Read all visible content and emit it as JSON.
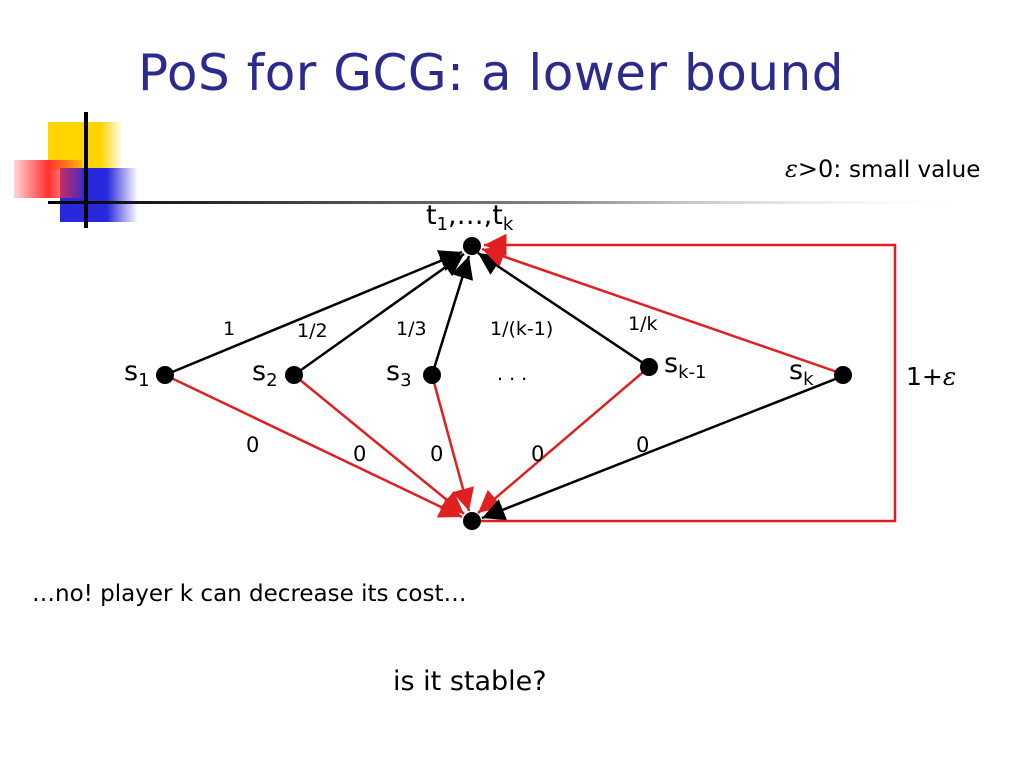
{
  "slide": {
    "title": "PoS for GCG: a lower bound",
    "note": {
      "symbol": "ε",
      "condition": ">0: ",
      "text": "small value"
    },
    "caption_1": "…no! player k can decrease its cost…",
    "caption_2": "is it stable?"
  },
  "graph": {
    "top_node": {
      "label": "t",
      "sub_1": "1",
      "mid": ",…,t",
      "sub_k": "k"
    },
    "nodes": {
      "s1": {
        "label": "s",
        "sub": "1"
      },
      "s2": {
        "label": "s",
        "sub": "2"
      },
      "s3": {
        "label": "s",
        "sub": "3"
      },
      "sk1": {
        "label": "s",
        "sub": "k-1"
      },
      "sk": {
        "label": "s",
        "sub": "k"
      }
    },
    "edge_weights": {
      "s1_top": "1",
      "s2_top": "1/2",
      "s3_top": "1/3",
      "sk1_top": "1/(k-1)",
      "sk_top": "1/k",
      "dots": ". . .",
      "zero_s1": "0",
      "zero_s2": "0",
      "zero_s3": "0",
      "zero_sk1": "0",
      "zero_sk": "0",
      "loop": "1+",
      "loop_symbol": "ε"
    }
  },
  "colors": {
    "title": "#2b2b8f",
    "red_edge": "#e02020",
    "black_edge": "#000000",
    "deco_yellow": "#ffd400",
    "deco_blue": "#2828dc",
    "deco_red": "#ff3030"
  }
}
